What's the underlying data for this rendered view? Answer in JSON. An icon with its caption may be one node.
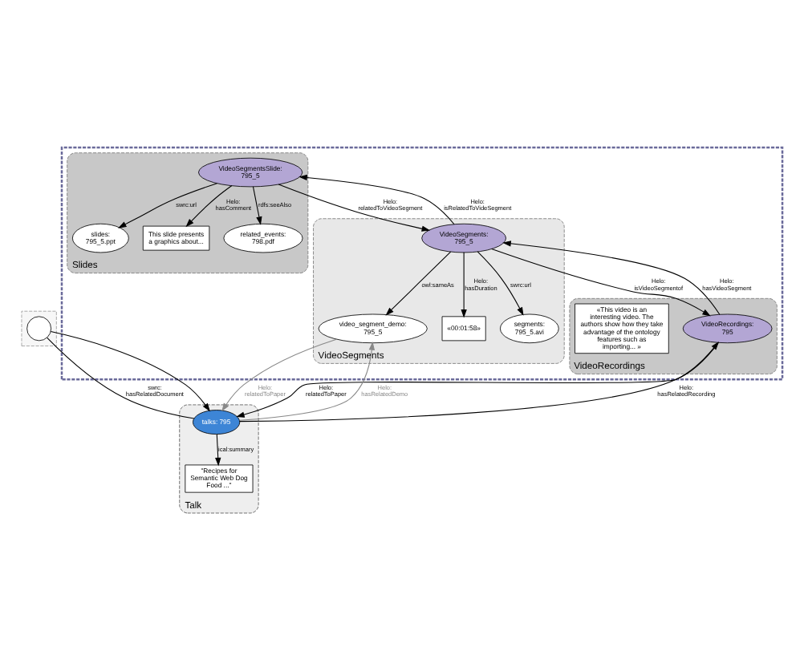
{
  "diagram": {
    "nodes": [
      {
        "text": [],
        "shape": "box"
      },
      {
        "text": [
          "Slides"
        ],
        "in": 0
      },
      {
        "text": [
          "VideoSegments"
        ],
        "in": 0
      },
      {
        "text": [
          "VideoRecordings"
        ],
        "in": 0
      },
      {
        "text": [
          "Talk"
        ]
      },
      {
        "text": [],
        "shape": "box"
      },
      {
        "text": [
          "slides: 795_5.ppt"
        ],
        "in": 1
      },
      {
        "text": [
          "This slide presents a graphics about..."
        ],
        "in": 1
      },
      {
        "text": [
          "VideoSegmentsSlide: 795_5"
        ],
        "in": 1
      },
      {
        "text": [
          "related_events: 798.pdf"
        ],
        "in": 1
      },
      {
        "text": [
          "video_segment_demo: 795_5"
        ],
        "in": 2
      },
      {
        "text": [
          "VideoSegments: 795_5"
        ],
        "in": 2
      },
      {
        "text": [
          "«00:01:58»"
        ],
        "in": 2
      },
      {
        "text": [
          "segments: 795_5.avi"
        ],
        "in": 2
      },
      {
        "text": [
          "VideoRecordings: 795"
        ],
        "in": 3
      },
      {
        "text": [
          "«This video is an interesting video. The authors show how they take advantage of the ontology features such as importing... »"
        ],
        "in": 3
      },
      {
        "text": [
          "talks: 795"
        ],
        "in": 4
      },
      {
        "text": [
          "\"Recipes for Semantic Web Dog Food ...\""
        ],
        "in": 4
      },
      {
        "text": [],
        "shape": "circle",
        "in": 5
      }
    ],
    "edges": [
      {
        "from": 8,
        "to": 6,
        "arrow": "to",
        "label": "swrc:url"
      },
      {
        "from": 8,
        "to": 7,
        "arrow": "to",
        "label": "Helo: hasComment"
      },
      {
        "from": 8,
        "to": 9,
        "arrow": "to",
        "label": "rdfs:seeAlso"
      },
      {
        "from": 8,
        "to": 11,
        "arrow": "to",
        "label": "Helo: relatedToVideoSegment"
      },
      {
        "from": 11,
        "to": 8,
        "arrow": "to",
        "label": "Helo: isRelatedToVideSegment"
      },
      {
        "from": 11,
        "to": 10,
        "arrow": "to",
        "label": "owl:sameAs"
      },
      {
        "from": 11,
        "to": 12,
        "arrow": "to",
        "label": "Helo: hasDuration"
      },
      {
        "from": 11,
        "to": 13,
        "arrow": "to",
        "label": "swrc:url"
      },
      {
        "from": 11,
        "to": 14,
        "arrow": "to",
        "label": "Helo: isVideoSegmentof"
      },
      {
        "from": 14,
        "to": 11,
        "arrow": "to",
        "label": "Helo: hasVideoSegment"
      },
      {
        "from": 14,
        "to": 16,
        "arrow": "to",
        "label": "Helo: relatedToPaper"
      },
      {
        "from": 16,
        "to": 14,
        "arrow": "to",
        "label": "Helo: hasRelatedRecording"
      },
      {
        "from": 16,
        "to": 10,
        "arrow": "to",
        "label": "Helo: hasRelatedDemo",
        "color": "#888888"
      },
      {
        "from": 10,
        "to": 16,
        "arrow": "to",
        "label": "Helo: relatedToPaper",
        "color": "#888888"
      },
      {
        "from": 16,
        "to": 17,
        "arrow": "to",
        "label": "ical:summary"
      },
      {
        "from": 16,
        "to": 18,
        "arrow": "none",
        "label": "swrc: hasRelatedDocument"
      },
      {
        "from": 18,
        "to": 16,
        "arrow": "to"
      }
    ]
  }
}
